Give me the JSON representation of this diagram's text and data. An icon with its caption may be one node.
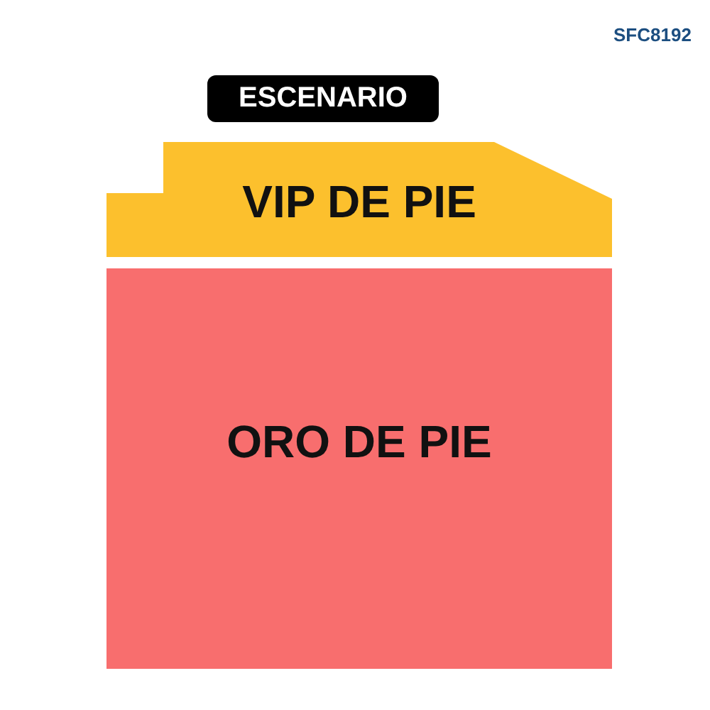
{
  "diagram": {
    "nodes": [
      {
        "text": [
          "ESCENARIO"
        ]
      },
      {
        "text": [
          "VIP DE PIE"
        ]
      },
      {
        "text": [
          "ORO DE PIE"
        ]
      }
    ],
    "labels": [
      "SFC8192"
    ]
  }
}
